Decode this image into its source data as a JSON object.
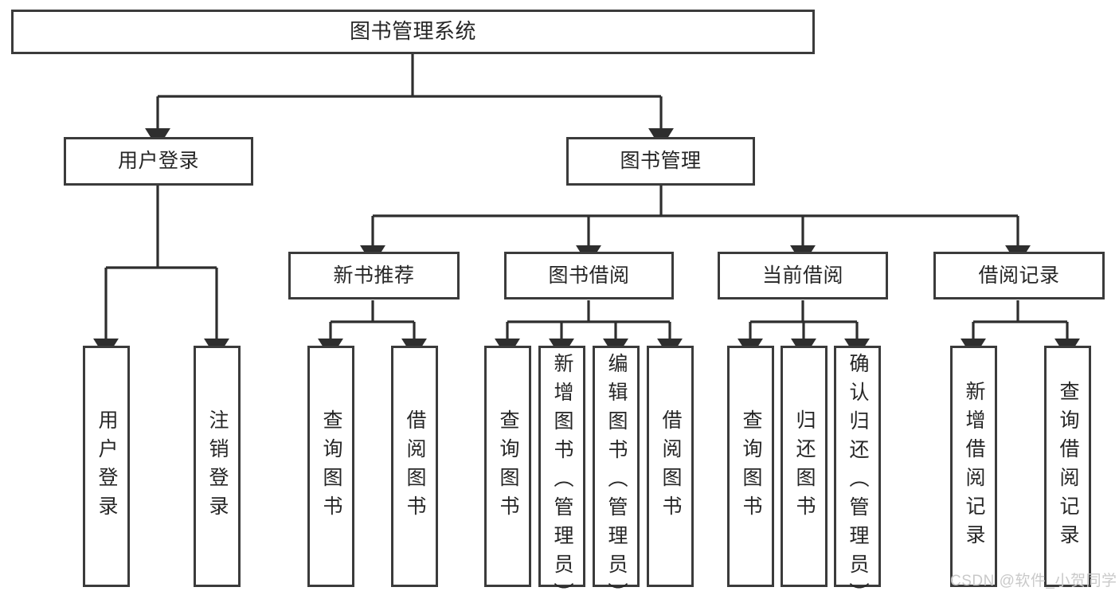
{
  "diagram": {
    "title_node": {
      "label": "图书管理系统"
    },
    "level2": [
      {
        "id": "user-login",
        "label": "用户登录"
      },
      {
        "id": "book-management",
        "label": "图书管理"
      }
    ],
    "level3": [
      {
        "id": "new-book-recommend",
        "label": "新书推荐"
      },
      {
        "id": "book-borrow",
        "label": "图书借阅"
      },
      {
        "id": "current-borrow",
        "label": "当前借阅"
      },
      {
        "id": "borrow-record",
        "label": "借阅记录"
      }
    ],
    "leaves": {
      "user_login": [
        {
          "id": "user-login-leaf",
          "label": "用户登录"
        },
        {
          "id": "logout-leaf",
          "label": "注销登录"
        }
      ],
      "new_book_recommend": [
        {
          "id": "query-book-1",
          "label": "查询图书"
        },
        {
          "id": "borrow-book-1",
          "label": "借阅图书"
        }
      ],
      "book_borrow": [
        {
          "id": "query-book-2",
          "label": "查询图书"
        },
        {
          "id": "add-book",
          "label": "新增图书（管理员）"
        },
        {
          "id": "edit-book",
          "label": "编辑图书（管理员）"
        },
        {
          "id": "borrow-book-2",
          "label": "借阅图书"
        }
      ],
      "current_borrow": [
        {
          "id": "query-book-3",
          "label": "查询图书"
        },
        {
          "id": "return-book",
          "label": "归还图书"
        },
        {
          "id": "confirm-return",
          "label": "确认归还（管理员）"
        }
      ],
      "borrow_record": [
        {
          "id": "add-borrow-record",
          "label": "新增借阅记录"
        },
        {
          "id": "query-borrow-record",
          "label": "查询借阅记录"
        }
      ]
    }
  },
  "watermark": {
    "text": "CSDN @软件_小贺同学"
  },
  "colors": {
    "border": "#3b3b3b",
    "text": "#262626",
    "background": "#ffffff",
    "watermark": "#c9c9c9"
  }
}
